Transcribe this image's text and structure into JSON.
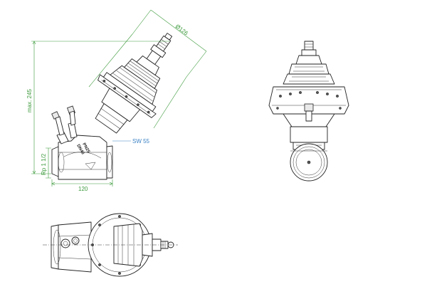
{
  "dimensions": {
    "flange_diameter": "Ø126",
    "max_height": "max. 245",
    "length": "120",
    "thread": "Rp 1 1/2"
  },
  "annotations": {
    "wrench_size": "SW 55",
    "body_marking_1": "DN40",
    "body_marking_2": "PN25"
  },
  "colors": {
    "dimension_lines": "#3c9a3c",
    "annotation": "#3b82c4",
    "outline": "#222222"
  }
}
